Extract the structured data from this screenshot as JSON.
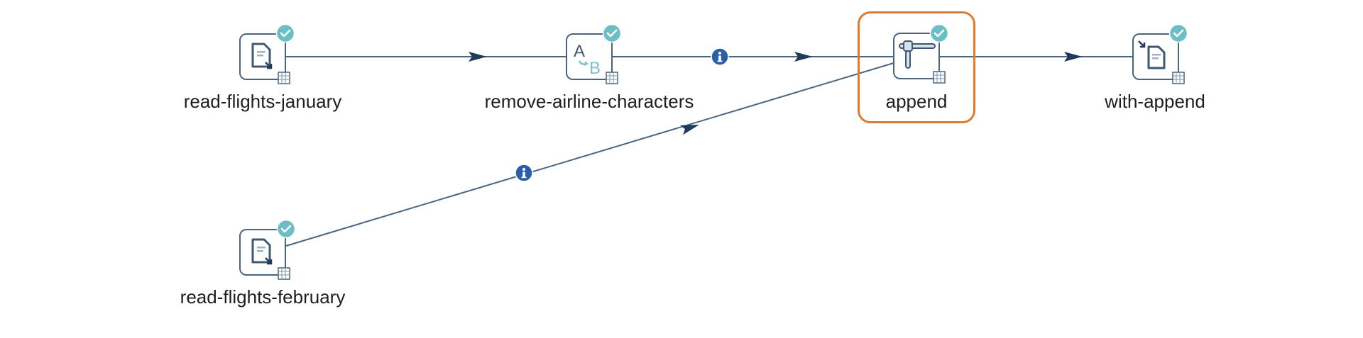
{
  "workflow": {
    "nodes": [
      {
        "id": "read-flights-january",
        "label": "read-flights-january",
        "icon": "file-reader-icon",
        "status": "executed",
        "selected": false
      },
      {
        "id": "remove-airline-characters",
        "label": "remove-airline-characters",
        "icon": "string-replace-icon",
        "status": "executed",
        "selected": false
      },
      {
        "id": "append",
        "label": "append",
        "icon": "concatenate-icon",
        "status": "executed",
        "selected": true
      },
      {
        "id": "with-append",
        "label": "with-append",
        "icon": "file-writer-icon",
        "status": "executed",
        "selected": false
      },
      {
        "id": "read-flights-february",
        "label": "read-flights-february",
        "icon": "file-reader-icon",
        "status": "executed",
        "selected": false
      }
    ],
    "edges": [
      {
        "from": "read-flights-january",
        "to": "remove-airline-characters",
        "info": false
      },
      {
        "from": "remove-airline-characters",
        "to": "append",
        "info": true
      },
      {
        "from": "append",
        "to": "with-append",
        "info": false
      },
      {
        "from": "read-flights-february",
        "to": "append",
        "info": true
      }
    ]
  },
  "colors": {
    "edge": "#4A6580",
    "arrow": "#1F3A5A",
    "node_outline": "#4A6580",
    "status_check": "#6BBFC4",
    "info_badge": "#2A5EA8",
    "selection": "#E07B2E",
    "accent_teal": "#7CC3C8"
  }
}
